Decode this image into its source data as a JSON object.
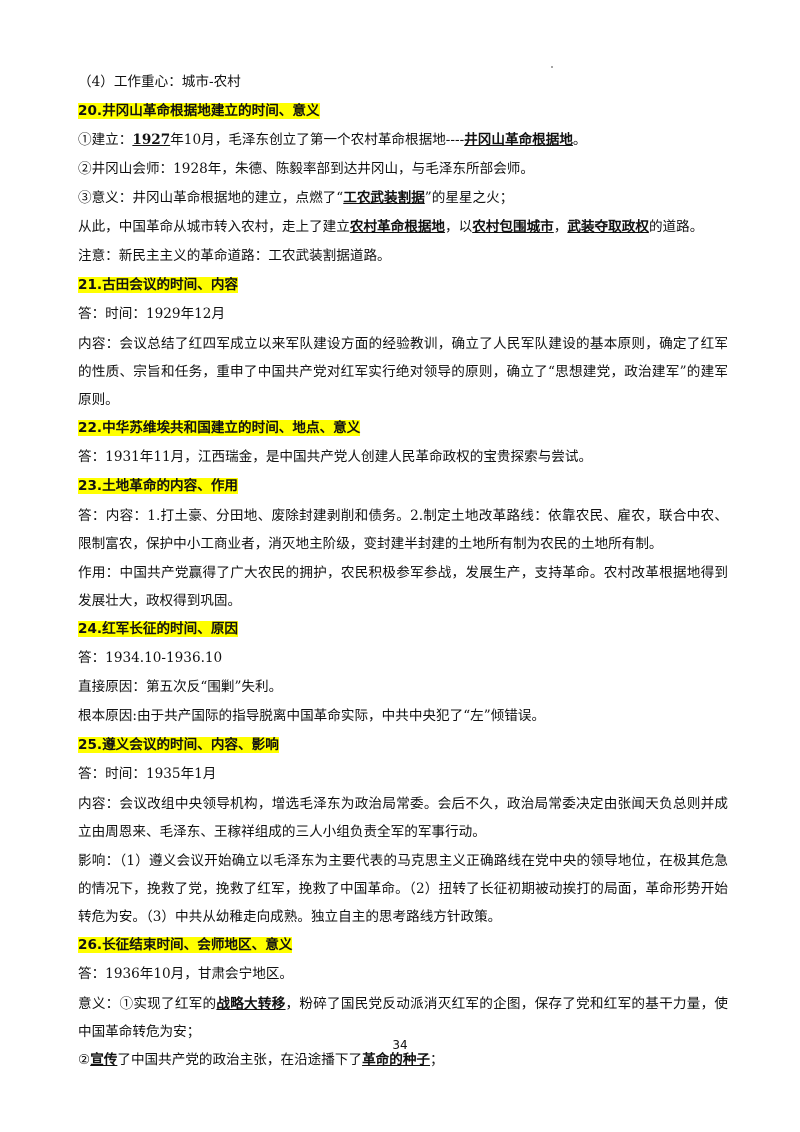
{
  "lines": {
    "l0": "（4）工作重心：城市-农村",
    "h20": "20.井冈山革命根据地建立的时间、意义",
    "l20a_pre": "①建立：",
    "l20a_year": "1927",
    "l20a_mid": "年10月，毛泽东创立了第一个农村革命根据地----",
    "l20a_em": "井冈山革命根据地",
    "l20a_end": "。",
    "l20b": "②井冈山会师：1928年，朱德、陈毅率部到达井冈山，与毛泽东所部会师。",
    "l20c_pre": "③意义：井冈山革命根据地的建立，点燃了“",
    "l20c_em": "工农武装割据",
    "l20c_end": "”的星星之火；",
    "l20d_pre": "从此，中国革命从城市转入农村，走上了建立",
    "l20d_em1": "农村革命根据地",
    "l20d_sep1": "，以",
    "l20d_em2": "农村包围城市",
    "l20d_sep2": "，",
    "l20d_em3": "武装夺取政权",
    "l20d_end": "的道路。",
    "l20e": "注意：新民主主义的革命道路：工农武装割据道路。",
    "h21": "21.古田会议的时间、内容",
    "l21a": "答：时间：1929年12月",
    "l21b": "内容：会议总结了红四军成立以来军队建设方面的经验教训，确立了人民军队建设的基本原则，确定了红军的性质、宗旨和任务，重申了中国共产党对红军实行绝对领导的原则，确立了“思想建党，政治建军”的建军原则。",
    "h22": "22.中华苏维埃共和国建立的时间、地点、意义",
    "l22a": "答：1931年11月，江西瑞金，是中国共产党人创建人民革命政权的宝贵探索与尝试。",
    "h23": "23.土地革命的内容、作用",
    "l23a": "答：内容：1.打土豪、分田地、废除封建剥削和债务。2.制定土地改革路线：依靠农民、雇农，联合中农、限制富农，保护中小工商业者，消灭地主阶级，变封建半封建的土地所有制为农民的土地所有制。",
    "l23b": "作用：中国共产党赢得了广大农民的拥护，农民积极参军参战，发展生产，支持革命。农村改革根据地得到发展壮大，政权得到巩固。",
    "h24": "24.红军长征的时间、原因",
    "l24a": "答：1934.10-1936.10",
    "l24b": "直接原因：第五次反“围剿”失利。",
    "l24c": "根本原因:由于共产国际的指导脱离中国革命实际，中共中央犯了“左”倾错误。",
    "h25": "25.遵义会议的时间、内容、影响",
    "l25a": "答：时间：1935年1月",
    "l25b": "内容：会议改组中央领导机构，增选毛泽东为政治局常委。会后不久，政治局常委决定由张闻天负总则并成立由周恩来、毛泽东、王稼祥组成的三人小组负责全军的军事行动。",
    "l25c": "影响：（1）遵义会议开始确立以毛泽东为主要代表的马克思主义正确路线在党中央的领导地位，在极其危急的情况下，挽救了党，挽救了红军，挽救了中国革命。（2）扭转了长征初期被动挨打的局面，革命形势开始转危为安。（3）中共从幼稚走向成熟。独立自主的思考路线方针政策。",
    "h26": "26.长征结束时间、会师地区、意义",
    "l26a": "答：1936年10月，甘肃会宁地区。",
    "l26b_pre": "意义：①实现了红军的",
    "l26b_em": "战略大转移",
    "l26b_end": "，粉碎了国民党反动派消灭红军的企图，保存了党和红军的基干力量，使中国革命转危为安；",
    "l26c_pre": "②",
    "l26c_em1": "宣传",
    "l26c_mid": "了中国共产党的政治主张，在沿途播下了",
    "l26c_em2": "革命的种子",
    "l26c_end": "；"
  },
  "page_number": "34",
  "colors": {
    "highlight": "#ffff00"
  }
}
